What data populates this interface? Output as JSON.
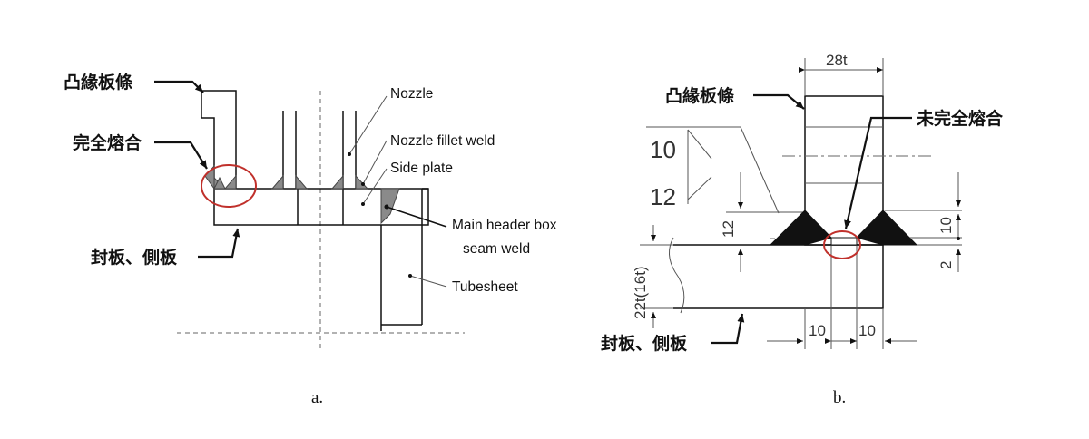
{
  "panel_a": {
    "caption": "a.",
    "labels": {
      "flange_strip": "凸緣板條",
      "full_fusion": "完全熔合",
      "plug_side_plate": "封板、側板",
      "nozzle": "Nozzle",
      "nozzle_fillet_weld": "Nozzle fillet weld",
      "side_plate": "Side plate",
      "main_header_box_1": "Main header box",
      "main_header_box_2": "seam weld",
      "tubesheet": "Tubesheet"
    }
  },
  "panel_b": {
    "caption": "b.",
    "labels": {
      "flange_strip": "凸緣板條",
      "incomplete_fusion": "未完全熔合",
      "plug_side_plate": "封板、側板"
    },
    "dimensions": {
      "width_28t": "28t",
      "ratio_top": "10",
      "ratio_bottom": "12",
      "height_12": "12",
      "height_10": "10",
      "height_2": "2",
      "thickness_22t": "22t(16t)",
      "bottom_left_10": "10",
      "bottom_right_10": "10"
    }
  },
  "colors": {
    "line": "#111111",
    "weld_gray": "#8a8a8a",
    "weld_black": "#111111",
    "highlight_circle": "#c0302b"
  }
}
